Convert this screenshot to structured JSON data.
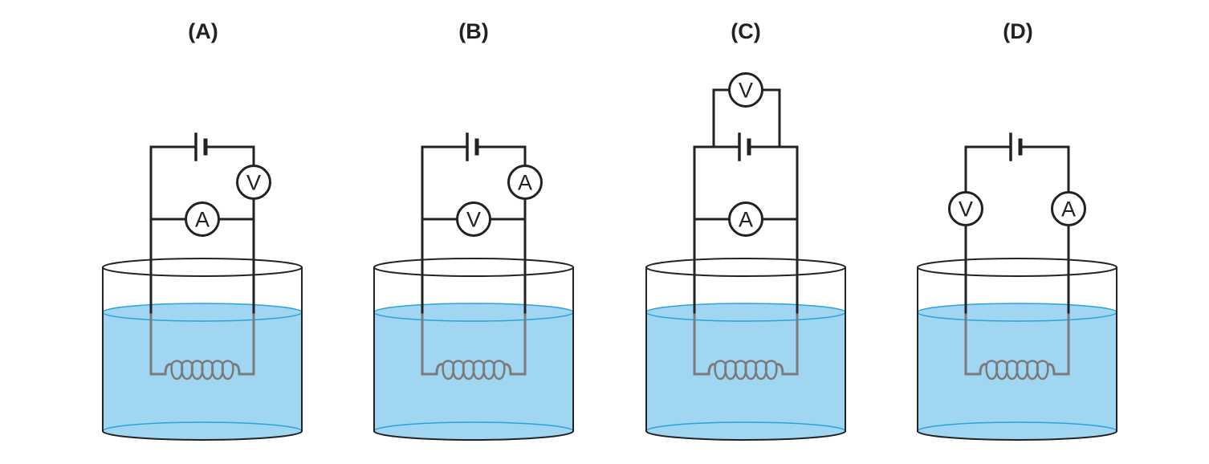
{
  "panels": [
    {
      "label": "(A)",
      "top_meter": null,
      "right_meter": "V",
      "bridge_meter": "A",
      "left_meter": null,
      "bridge": true
    },
    {
      "label": "(B)",
      "top_meter": null,
      "right_meter": "A",
      "bridge_meter": "V",
      "left_meter": null,
      "bridge": true
    },
    {
      "label": "(C)",
      "top_meter": "V",
      "right_meter": null,
      "bridge_meter": "A",
      "left_meter": null,
      "bridge": true
    },
    {
      "label": "(D)",
      "top_meter": null,
      "right_meter": "A",
      "bridge_meter": null,
      "left_meter": "V",
      "bridge": false
    }
  ],
  "colors": {
    "wire": "#222222",
    "submerged_wire": "#7a7a7a",
    "water": "#a0d6f2",
    "water_edge": "#2aa3d8",
    "beaker_outline": "#222222"
  }
}
